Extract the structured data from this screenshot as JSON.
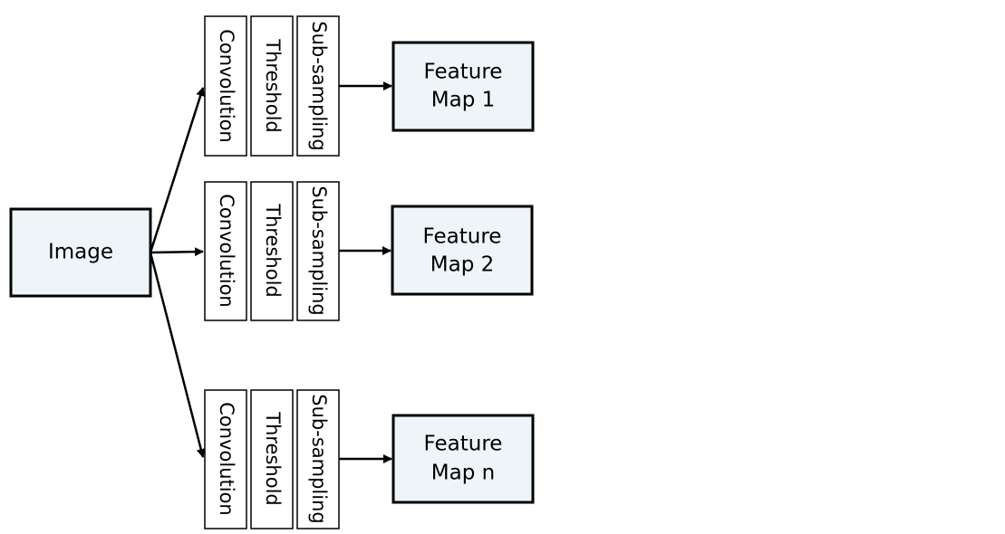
{
  "input": {
    "label": "Image"
  },
  "stage_labels": {
    "convolution": "Convolution",
    "threshold": "Threshold",
    "subsampling": "Sub-sampling"
  },
  "branches": [
    {
      "output_line1": "Feature",
      "output_line2": "Map 1"
    },
    {
      "output_line1": "Feature",
      "output_line2": "Map 2"
    },
    {
      "output_line1": "Feature",
      "output_line2": "Map n"
    }
  ],
  "colors": {
    "box_fill": "#eef5f8",
    "stroke": "#000000",
    "stage_fill": "#ffffff"
  }
}
